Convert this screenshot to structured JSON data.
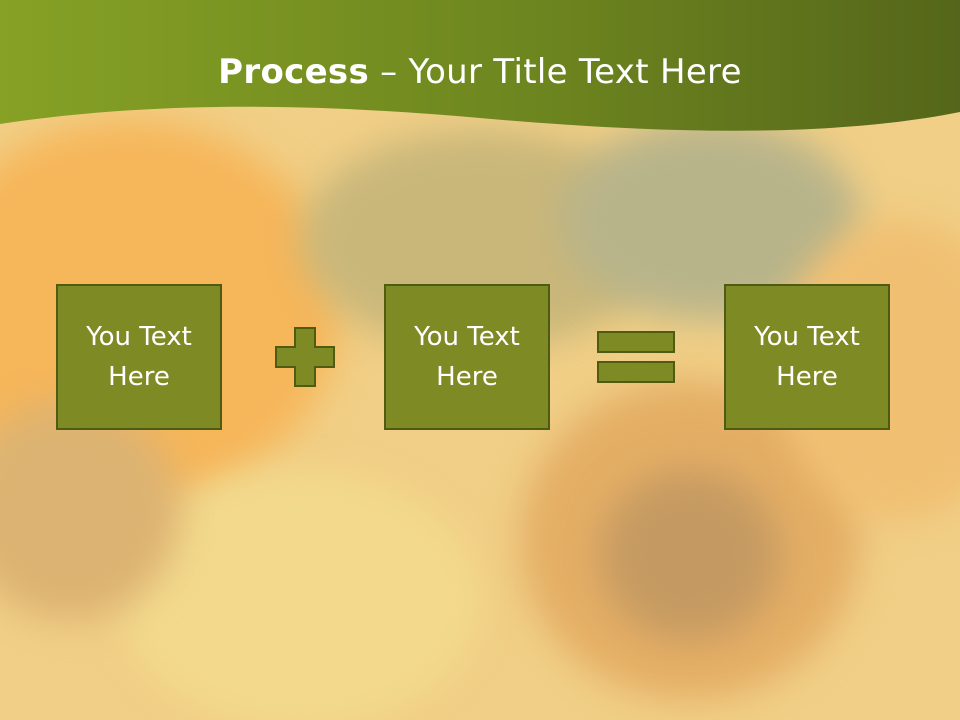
{
  "slide": {
    "title_bold": "Process",
    "title_separator": " – ",
    "title_rest": "Your Title Text Here",
    "boxes": [
      {
        "text": "You Text Here"
      },
      {
        "text": "You Text Here"
      },
      {
        "text": "You Text Here"
      }
    ],
    "operators": [
      "plus-icon",
      "equals-icon"
    ],
    "colors": {
      "header_dark": "#5a6a1a",
      "header_light": "#8ea22a",
      "box_fill": "#7e8a24",
      "box_border": "#4f5a12",
      "text": "#ffffff"
    }
  }
}
